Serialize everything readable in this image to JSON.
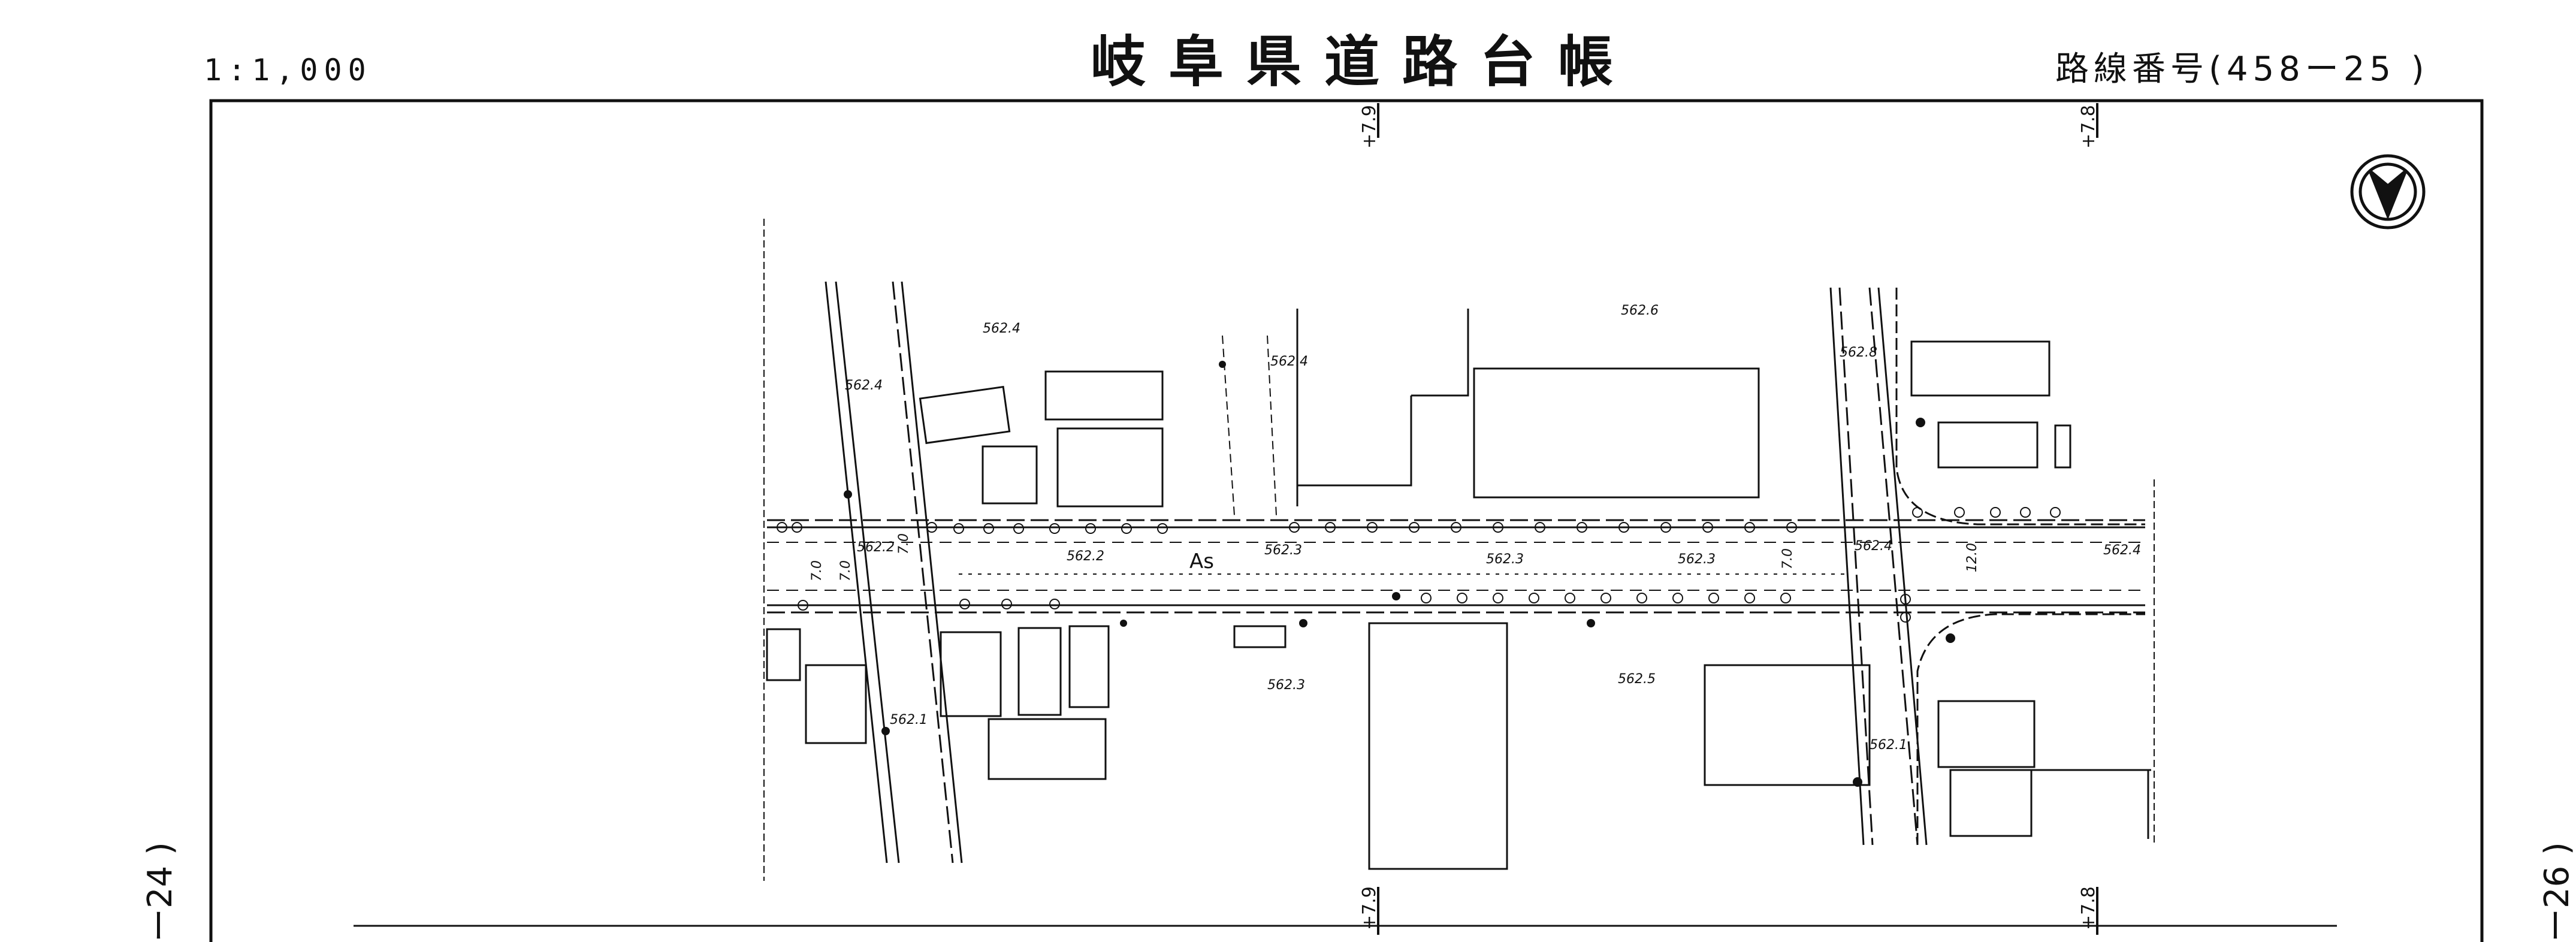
{
  "header": {
    "scale": "1:1,000",
    "title": "岐阜県道路台帳",
    "route_number": "路線番号(458ー25 )"
  },
  "side_labels": {
    "left": "ー24 )",
    "right": "ー26 )"
  },
  "chainage_marks": {
    "left": "+7.9",
    "right": "+7.8"
  },
  "road_label": "As",
  "road_widths": [
    "7.0",
    "7.0",
    "7.0",
    "7.0",
    "12.0"
  ],
  "elevations": [
    "562.4",
    "562.4",
    "562.4",
    "562.6",
    "562.8",
    "562.2",
    "562.2",
    "562.3",
    "562.3",
    "562.3",
    "562.4",
    "562.4",
    "562.3",
    "562.5",
    "562.1",
    "562.1"
  ],
  "north_arrow": "north-arrow-icon"
}
